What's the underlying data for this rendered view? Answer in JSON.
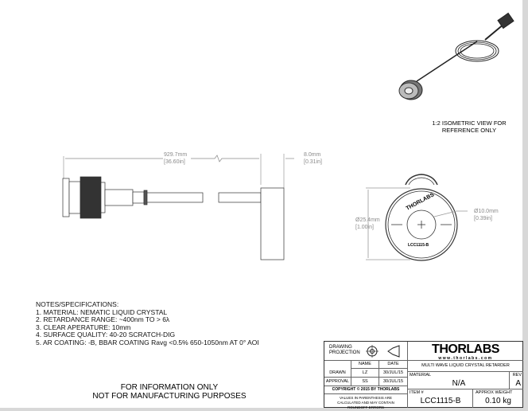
{
  "isometric_note": [
    "1:2 ISOMETRIC VIEW FOR",
    "REFERENCE ONLY"
  ],
  "dimensions": {
    "length_mm": "929.7mm",
    "length_in": "[36.60in]",
    "thickness_mm": "8.0mm",
    "thickness_in": "[0.31in]",
    "diameter_mm": "Ø25.4mm",
    "diameter_in": "[1.00in]",
    "aperture_mm": "Ø10.0mm",
    "aperture_in": "[0.39in]"
  },
  "part_marking": {
    "brand": "THORLABS",
    "item": "LCC1115-B"
  },
  "notes": {
    "heading": "NOTES/SPECIFICATIONS:",
    "items": [
      "1. MATERIAL: NEMATIC LIQUID CRYSTAL",
      "2. RETARDANCE RANGE: ~400nm TO > 6λ",
      "3. CLEAR APERATURE: 10mm",
      "4. SURFACE QUALITY: 40-20 SCRATCH-DIG",
      "5. AR COATING: -B, BBAR COATING Ravg <0.5% 650-1050nm AT 0° AOI"
    ]
  },
  "disclaimer": [
    "FOR INFORMATION ONLY",
    "NOT FOR MANUFACTURING PURPOSES"
  ],
  "title_block": {
    "projection_label": "DRAWING PROJECTION",
    "name_header": "NAME",
    "date_header": "DATE",
    "drawn_label": "DRAWN",
    "drawn_name": "LZ",
    "drawn_date": "30/JUL/15",
    "approval_label": "APPROVAL",
    "approval_name": "SS",
    "approval_date": "30/JUL/15",
    "copyright": "COPYRIGHT © 2015 BY THORLABS",
    "values_note": "VALUES IN PARENTHESIS ARE CALCULATED AND MAY CONTAIN ROUNDOFF ERRORS",
    "logo": "THORLABS",
    "website": "www.thorlabs.com",
    "description": "MULTI WAVE LIQUID CRYSTAL RETARDER",
    "material_label": "MATERIAL",
    "material": "N/A",
    "rev_label": "REV",
    "rev": "A",
    "item_label": "ITEM #",
    "item": "LCC1115-B",
    "weight_label": "APPROX WEIGHT",
    "weight": "0.10 kg"
  }
}
